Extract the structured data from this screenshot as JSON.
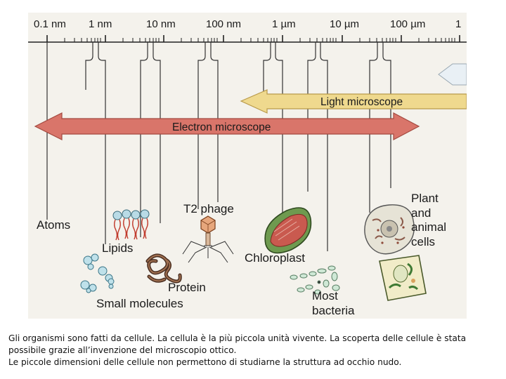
{
  "figure": {
    "scale_ticks": [
      "0.1 nm",
      "1 nm",
      "10 nm",
      "100 nm",
      "1 µm",
      "10 µm",
      "100 µm",
      "1"
    ],
    "arrows": {
      "light": "Light microscope",
      "electron": "Electron microscope"
    },
    "labels": {
      "atoms": "Atoms",
      "lipids": "Lipids",
      "t2": "T2 phage",
      "protein": "Protein",
      "small_molecules": "Small molecules",
      "chloroplast": "Chloroplast",
      "bacteria_1": "Most",
      "bacteria_2": "bacteria",
      "plant_1": "Plant",
      "plant_2": "and",
      "plant_3": "animal",
      "plant_4": "cells"
    },
    "colors": {
      "electron_arrow": "#d9756a",
      "light_arrow": "#efd98e",
      "eye_arrow": "#e9f0f5",
      "leader": "#333333"
    }
  },
  "caption": {
    "line1": "Gli organismi sono fatti da cellule. La cellula è la più piccola unità vivente. La scoperta delle cellule è stata",
    "line2": "possibile grazie all’invenzione del microscopio ottico.",
    "line3": "Le piccole dimensioni delle cellule non permettono di studiarne la struttura ad occhio nudo."
  }
}
